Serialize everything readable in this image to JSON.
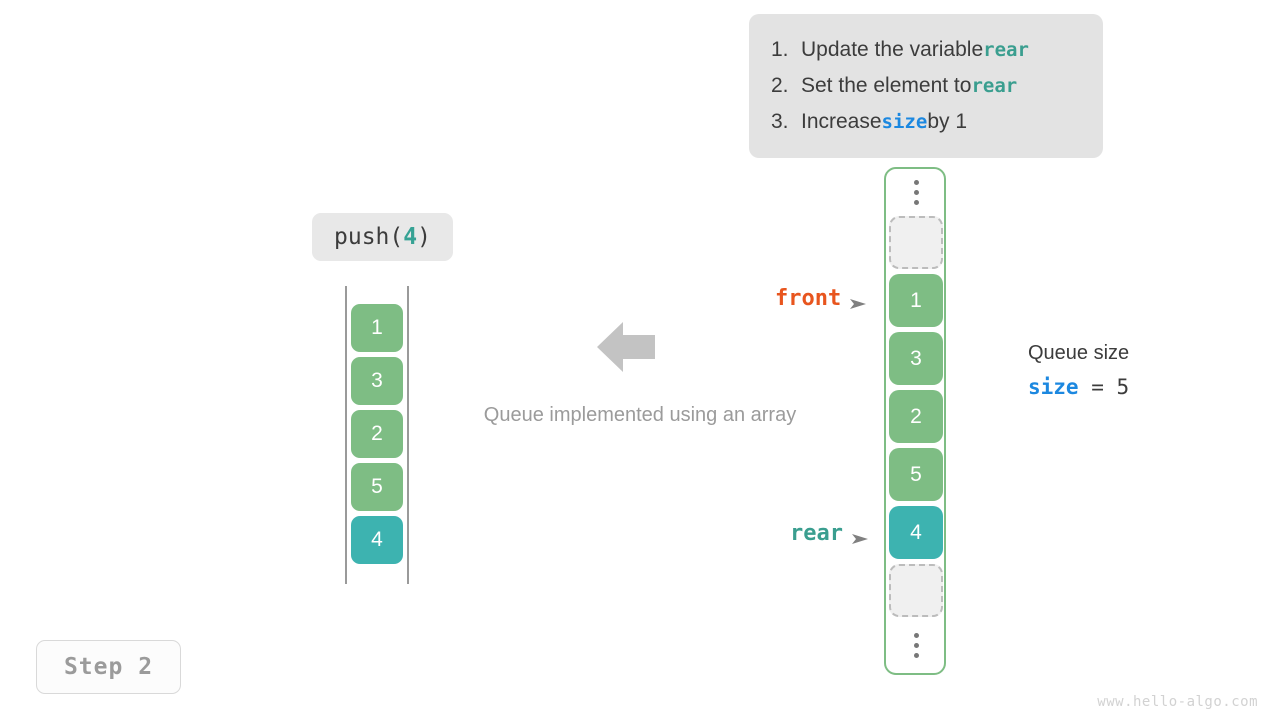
{
  "instructions": {
    "items": [
      {
        "num": "1.",
        "pre": "Update the variable ",
        "code": "rear",
        "code_style": "teal",
        "post": ""
      },
      {
        "num": "2.",
        "pre": "Set the element to ",
        "code": "rear",
        "code_style": "teal",
        "post": ""
      },
      {
        "num": "3.",
        "pre": "Increase ",
        "code": "size",
        "code_style": "blue",
        "post": " by 1"
      }
    ]
  },
  "operation": {
    "name": "push(",
    "arg": "4",
    "close": ")"
  },
  "left_array": {
    "cells": [
      {
        "value": "1",
        "style": "green"
      },
      {
        "value": "3",
        "style": "green"
      },
      {
        "value": "2",
        "style": "green"
      },
      {
        "value": "5",
        "style": "green"
      },
      {
        "value": "4",
        "style": "teal"
      }
    ]
  },
  "center": {
    "caption": "Queue implemented using an array"
  },
  "right_array": {
    "slots": [
      {
        "kind": "dots",
        "value": ""
      },
      {
        "kind": "empty",
        "value": ""
      },
      {
        "kind": "green",
        "value": "1"
      },
      {
        "kind": "green",
        "value": "3"
      },
      {
        "kind": "green",
        "value": "2"
      },
      {
        "kind": "green",
        "value": "5"
      },
      {
        "kind": "teal",
        "value": "4"
      },
      {
        "kind": "empty",
        "value": ""
      },
      {
        "kind": "dots",
        "value": ""
      }
    ]
  },
  "pointers": {
    "front": "front",
    "rear": "rear"
  },
  "size_panel": {
    "title": "Queue size",
    "var": "size",
    "equals": " = ",
    "value": "5"
  },
  "step_badge": {
    "label": "Step 2"
  },
  "watermark": {
    "text": "www.hello-algo.com"
  },
  "colors": {
    "green": "#7ebd84",
    "teal": "#3db3b0",
    "teal_text": "#3a9e8f",
    "blue_text": "#1c88e0",
    "orange_text": "#e8551e",
    "gray_text": "#9b9b9b",
    "box_bg": "#e3e3e3"
  }
}
